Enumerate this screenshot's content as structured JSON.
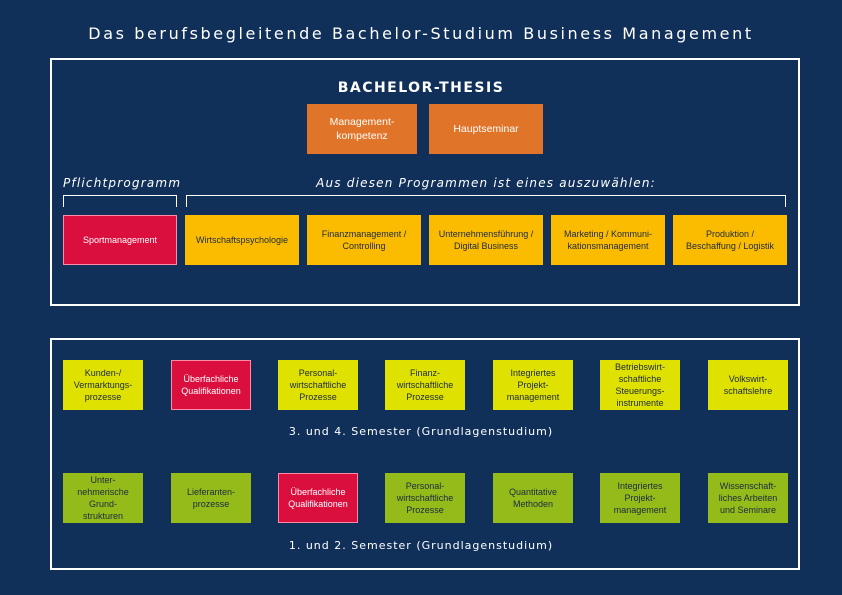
{
  "title": "Das berufsbegleitende Bachelor-Studium Business Management",
  "thesis": {
    "title": "BACHELOR-THESIS",
    "modules": [
      "Management-\nkompetenz",
      "Hauptseminar"
    ]
  },
  "pflicht": {
    "label": "Pflichtprogramm",
    "item": "Sportmanagement"
  },
  "wahl": {
    "label": "Aus diesen Programmen ist eines auszuwählen:",
    "items": [
      "Wirtschaftspsychologie",
      "Finanzmanagement /\nControlling",
      "Unternehmensführung /\nDigital Business",
      "Marketing / Kommuni-\nkationsmanagement",
      "Produktion /\nBeschaffung / Logistik"
    ]
  },
  "semester34": {
    "label": "3. und 4. Semester (Grundlagenstudium)",
    "modules": [
      "Kunden-/\nVermarktungs-\nprozesse",
      "Überfachliche\nQualifikationen",
      "Personal-\nwirtschaftliche\nProzesse",
      "Finanz-\nwirtschaftliche\nProzesse",
      "Integriertes\nProjekt-\nmanagement",
      "Betriebswirt-\nschaftliche\nSteuerungs-\ninstrumente",
      "Volkswirt-\nschaftslehre"
    ]
  },
  "semester12": {
    "label": "1. und 2. Semester (Grundlagenstudium)",
    "modules": [
      "Unter-\nnehmerische\nGrund-\nstrukturen",
      "Lieferanten-\nprozesse",
      "Überfachliche\nQualifikationen",
      "Personal-\nwirtschaftliche\nProzesse",
      "Quantitative\nMethoden",
      "Integriertes\nProjekt-\nmanagement",
      "Wissenschaft-\nliches Arbeiten\nund Seminare"
    ]
  },
  "colors": {
    "background": "#10305a",
    "thesis_modules": "#e07428",
    "wahl_programs": "#fbbc00",
    "highlight_red": "#db0f3e",
    "semester34": "#dfe100",
    "semester12": "#94bb1a"
  }
}
